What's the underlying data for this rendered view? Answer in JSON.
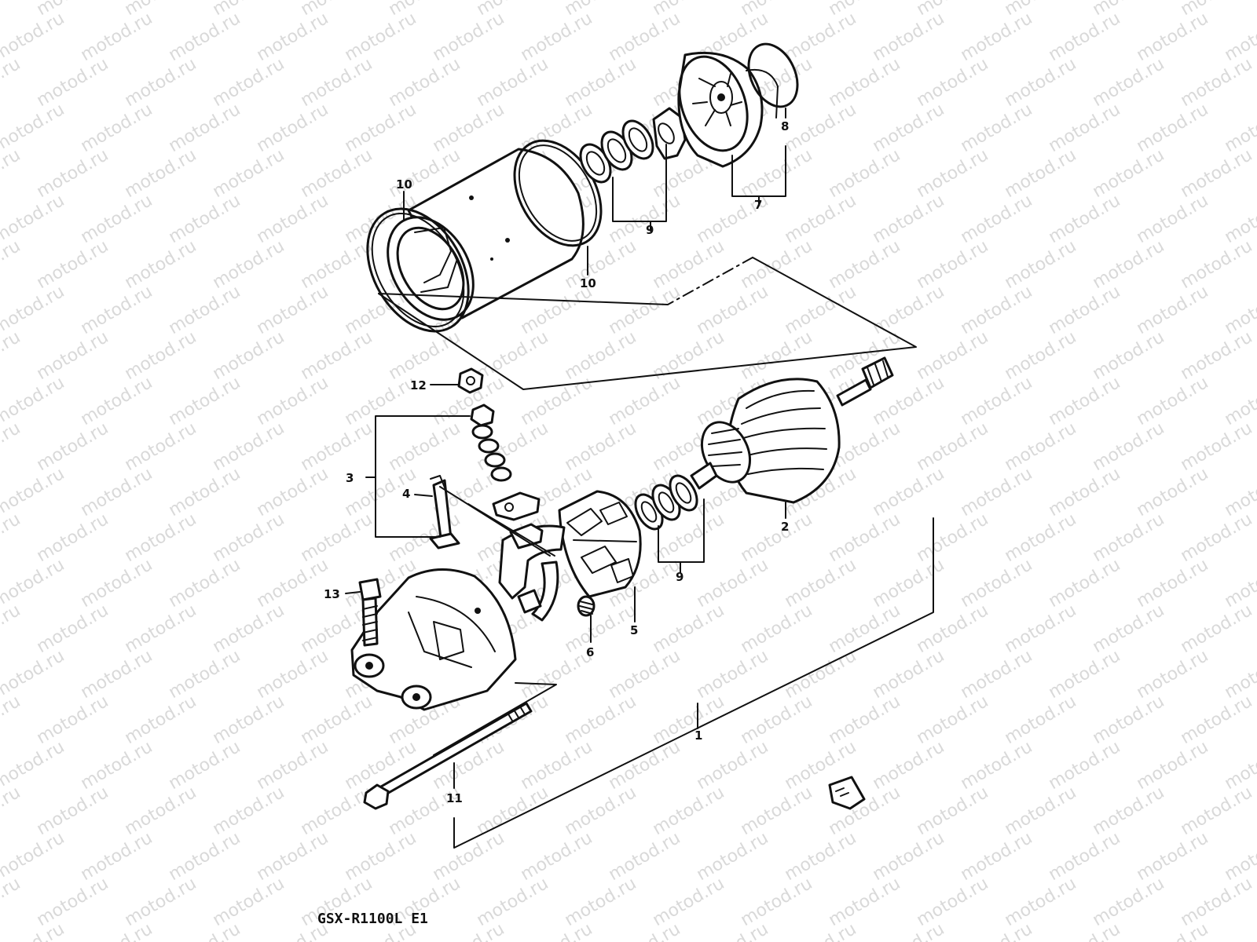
{
  "watermark": "motod.ru",
  "model_code": "GSX-R1100L E1",
  "callouts": {
    "c1": "1",
    "c2": "2",
    "c3": "3",
    "c4": "4",
    "c5": "5",
    "c6": "6",
    "c7": "7",
    "c8": "8",
    "c9a": "9",
    "c9b": "9",
    "c10a": "10",
    "c10b": "10",
    "c11": "11",
    "c12": "12",
    "c13": "13"
  }
}
